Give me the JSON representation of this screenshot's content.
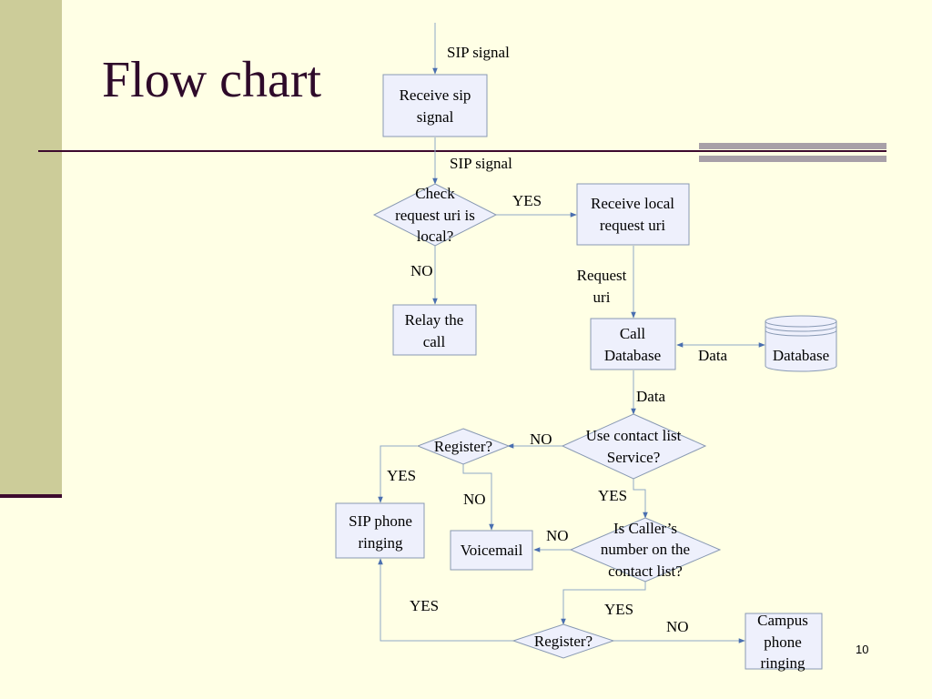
{
  "slide": {
    "title": "Flow chart",
    "page_number": "10"
  },
  "nodes": {
    "receive_sip": [
      "Receive sip",
      "signal"
    ],
    "check_uri": [
      "Check",
      "request uri is",
      "local?"
    ],
    "receive_local": [
      "Receive local",
      "request uri"
    ],
    "relay_call": [
      "Relay the",
      "call"
    ],
    "call_database": [
      "Call",
      "Database"
    ],
    "database": "Database",
    "use_contact": [
      "Use contact list",
      "Service?"
    ],
    "register_top": "Register?",
    "sip_phone": [
      "SIP phone",
      "ringing"
    ],
    "voicemail": "Voicemail",
    "is_caller": [
      "Is Caller’s",
      "number on the",
      "contact list?"
    ],
    "register_bottom": "Register?",
    "campus_phone": [
      "Campus",
      "phone",
      "ringing"
    ]
  },
  "labels": {
    "sip_signal_top": "SIP signal",
    "sip_signal_mid": "SIP signal",
    "yes_local": "YES",
    "no_local": "NO",
    "request_uri": [
      "Request",
      "uri"
    ],
    "data_side": "Data",
    "data_down": "Data",
    "no_contact": "NO",
    "yes_register_top": "YES",
    "no_register_top": "NO",
    "yes_contact": "YES",
    "no_caller": "NO",
    "yes_register_bottom": "YES",
    "yes_caller": "YES",
    "no_register_bottom": "NO"
  }
}
